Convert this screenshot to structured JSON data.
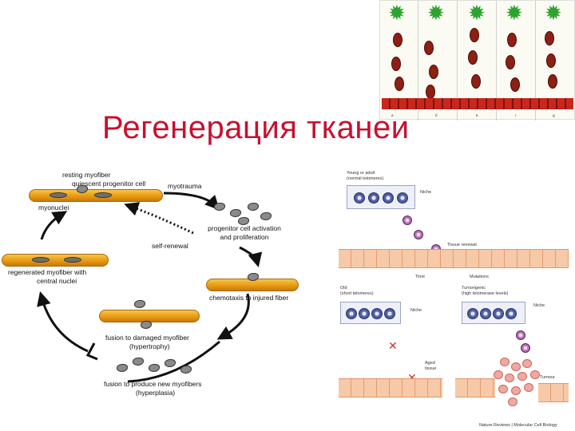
{
  "title": "Регенерация тканей",
  "cycle": {
    "resting_myofiber": "resting myofiber",
    "quiescent_progenitor": "quiescent progenitor cell",
    "myonuclei": "myonuclei",
    "myotrauma": "myotrauma",
    "activation_line1": "progenitor cell activation",
    "activation_line2": "and proliferation",
    "self_renewal": "self-renewal",
    "chemotaxis": "chemotaxis to injured fiber",
    "regenerated_line1": "regenerated myofiber with",
    "regenerated_line2": "central nuclei",
    "fusion_damaged_line1": "fusion to damaged myofiber",
    "fusion_damaged_line2": "(hypertrophy)",
    "fusion_new_line1": "fusion to produce new myofibers",
    "fusion_new_line2": "(hyperplasia)"
  },
  "neuron_panel": {
    "col_numbers": [
      "а",
      "б",
      "в",
      "г",
      "д"
    ]
  },
  "stem_panel": {
    "young_line1": "Young or adult",
    "young_line2": "(normal telomeres)",
    "niche": "Niche",
    "tissue_renewal": "Tissue renewal",
    "time": "Time",
    "mutations": "Mutations",
    "old_line1": "Old",
    "old_line2": "(short telomeres)",
    "aged_tissue_line1": "Aged",
    "aged_tissue_line2": "tissue",
    "tumorigenic_line1": "Tumorigenic",
    "tumorigenic_line2": "(high telomerase levels)",
    "tumour": "Tumour",
    "credit": "Nature Reviews | Molecular Cell Biology"
  }
}
